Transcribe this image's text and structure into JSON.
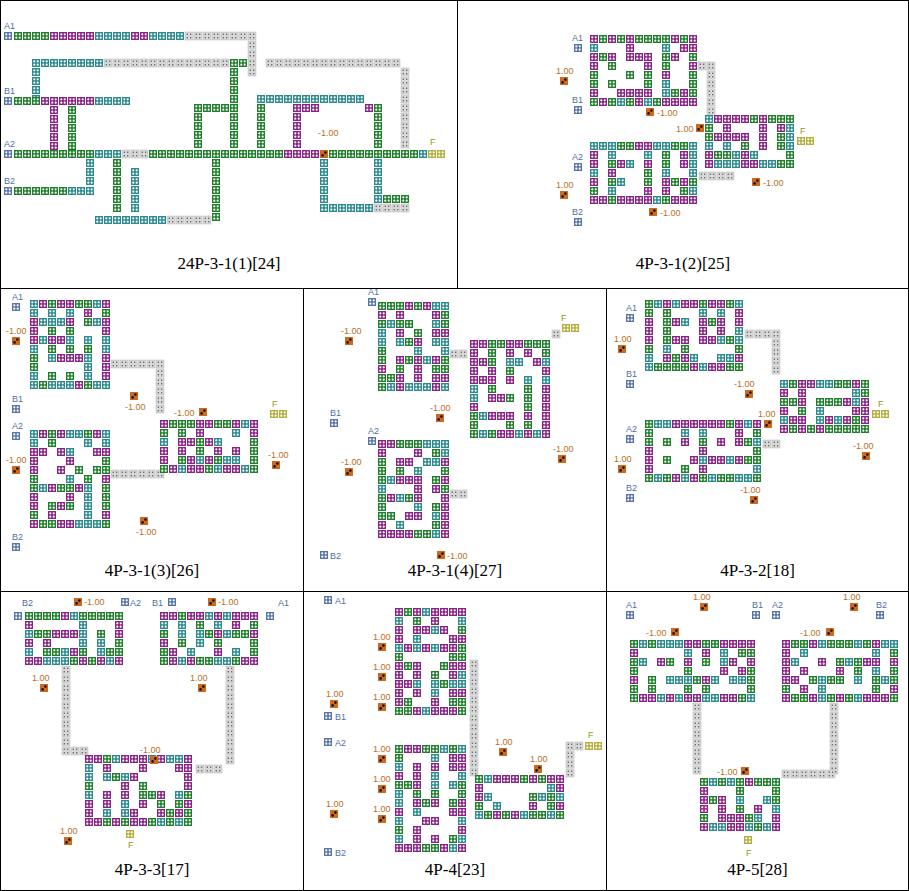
{
  "diagram": {
    "nodes": [
      {
        "text": [
          "24P-3-1(1)[24]"
        ]
      },
      {
        "text": [
          "4P-3-1(2)[25]"
        ]
      },
      {
        "text": [
          "4P-3-1(3)[26]"
        ]
      },
      {
        "text": [
          "4P-3-1(4)[27]"
        ]
      },
      {
        "text": [
          "4P-3-2[18]"
        ]
      },
      {
        "text": [
          "4P-3-3[17]"
        ]
      },
      {
        "text": [
          "4P-4[23]"
        ]
      },
      {
        "text": [
          "4P-5[28]"
        ]
      }
    ],
    "labels": [
      "A1",
      "B1",
      "A2",
      "B2",
      "-1.00",
      "F",
      "A1",
      "1.00",
      "B1",
      "-1.00",
      "1.00",
      "F",
      "A2",
      "-1.00",
      "1.00",
      "B2",
      "-1.00",
      "A1",
      "-1.00",
      "B1",
      "-1.00",
      "-1.00",
      "F",
      "-1.00",
      "A2",
      "-1.00",
      "B2",
      "-1.00",
      "A1",
      "-1.00",
      "F",
      "B1",
      "-1.00",
      "-1.00",
      "A2",
      "-1.00",
      "B2",
      "-1.00",
      "A1",
      "1.00",
      "B1",
      "-1.00",
      "1.00",
      "F",
      "A2",
      "-1.00",
      "1.00",
      "B2",
      "-1.00",
      "B2",
      "-1.00",
      "A2",
      "B1",
      "-1.00",
      "A1",
      "1.00",
      "1.00",
      "-1.00",
      "1.00",
      "F",
      "A1",
      "1.00",
      "1.00",
      "1.00",
      "1.00",
      "B1",
      "A2",
      "1.00",
      "1.00",
      "1.00",
      "1.00",
      "1.00",
      "1.00",
      "F",
      "B2",
      "A1",
      "1.00",
      "B1",
      "A2",
      "1.00",
      "B2",
      "-1.00",
      "-1.00",
      "-1.00",
      "F"
    ]
  }
}
